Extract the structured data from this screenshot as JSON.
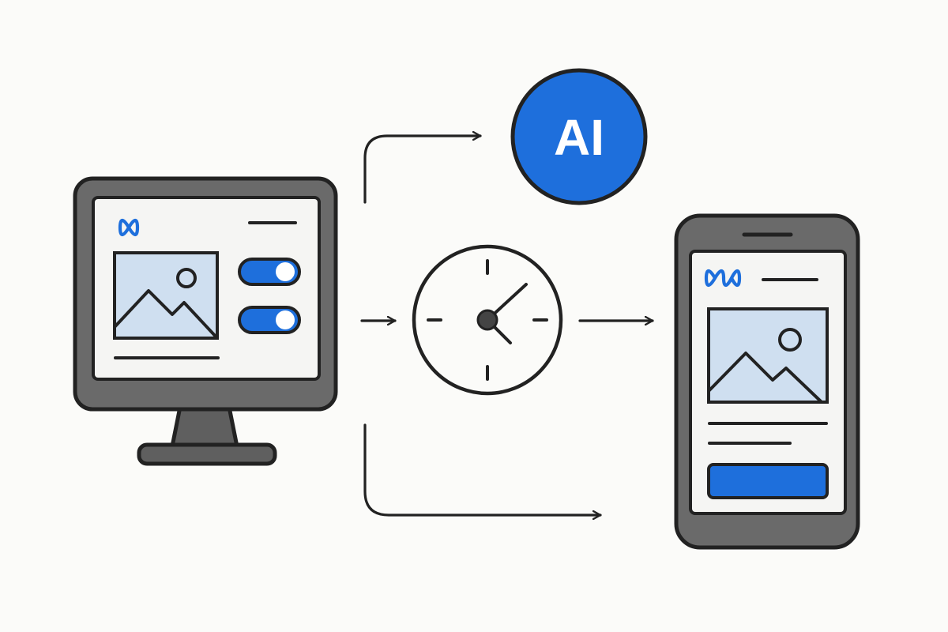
{
  "ai_badge": {
    "label": "AI"
  },
  "desktop_monitor": {
    "logo": "meta-infinity-icon",
    "toggles": [
      {
        "state": "on"
      },
      {
        "state": "on"
      }
    ],
    "image_placeholder": "image-icon"
  },
  "phone": {
    "logo": "meta-infinity-icon",
    "image_placeholder": "image-icon",
    "action_button": "primary-button"
  },
  "center_node": {
    "icon": "clock-icon"
  },
  "colors": {
    "accent_blue": "#1e6fdc",
    "outline": "#222222",
    "device_frame": "#6a6a6a",
    "screen_bg": "#f5f5f3",
    "image_fill": "#cfdff0",
    "background": "#fbfbf9"
  }
}
